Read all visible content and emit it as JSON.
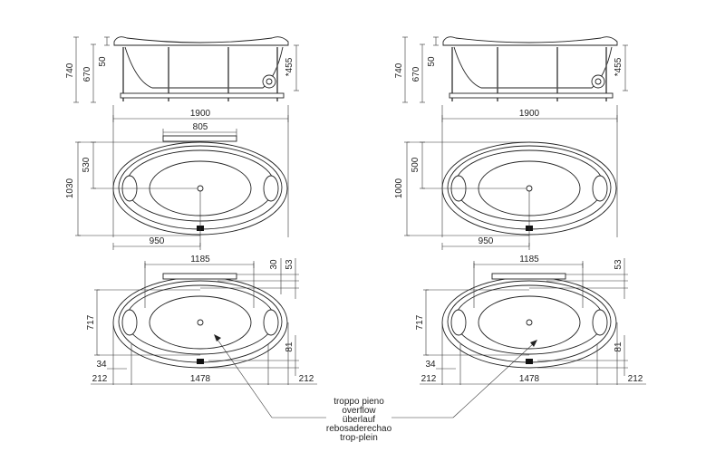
{
  "drawings": [
    {
      "side": {
        "h_total": "740",
        "h_rim": "670",
        "rim": "50",
        "h_apron": "*455"
      },
      "top": {
        "width": "1900",
        "ledge": "805",
        "depth": "1030",
        "drain_y": "530",
        "drain_x": "950"
      },
      "bottom": {
        "inner_len": "1185",
        "ledge_off": "30",
        "rim_top": "53",
        "inner_w": "717",
        "rim_bot": "81",
        "edge": "34",
        "left_off": "212",
        "span": "1478",
        "right_off": "212"
      }
    },
    {
      "side": {
        "h_total": "740",
        "h_rim": "670",
        "rim": "50",
        "h_apron": "*455"
      },
      "top": {
        "width": "1900",
        "ledge": null,
        "depth": "1000",
        "drain_y": "500",
        "drain_x": "950"
      },
      "bottom": {
        "inner_len": "1185",
        "ledge_off": null,
        "rim_top": "53",
        "inner_w": "717",
        "rim_bot": "81",
        "edge": "34",
        "left_off": "212",
        "span": "1478",
        "right_off": "212"
      }
    }
  ],
  "overflow_labels": [
    "troppo pieno",
    "overflow",
    "überlauf",
    "rebosaderechao",
    "trop-plein"
  ]
}
